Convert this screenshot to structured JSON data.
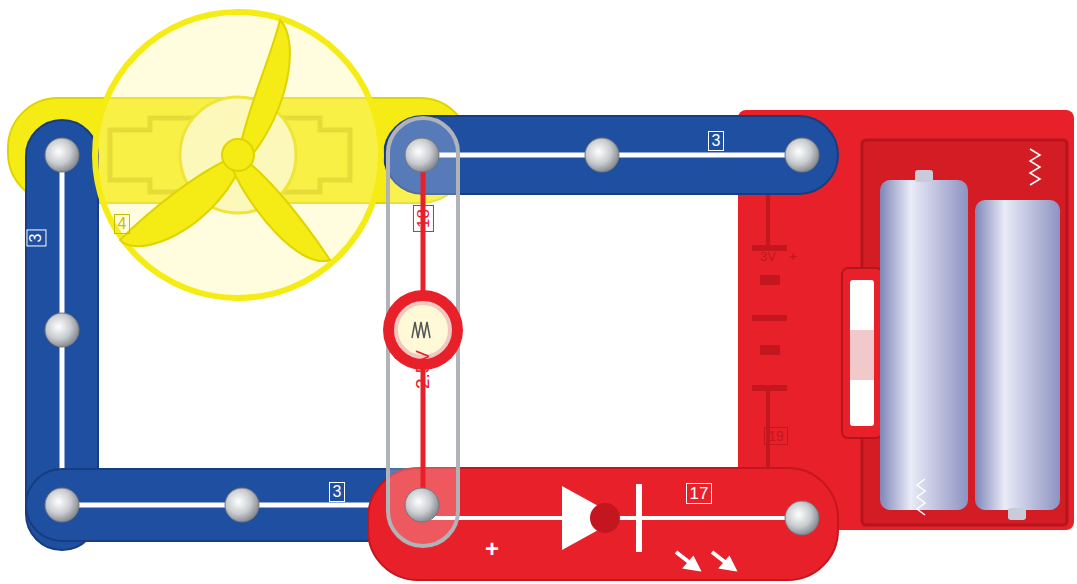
{
  "diagram": {
    "labels": [
      "3",
      "4",
      "18",
      "3",
      "3V",
      "+",
      "19",
      "2.5V",
      "3",
      "+",
      "17"
    ]
  }
}
